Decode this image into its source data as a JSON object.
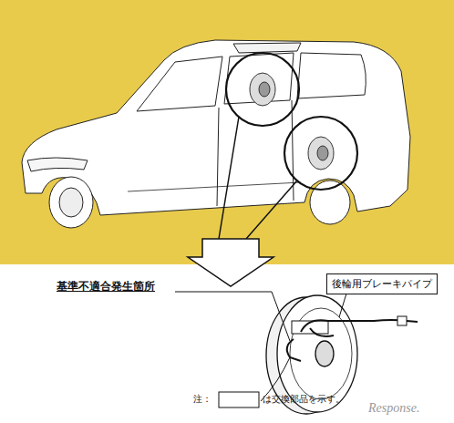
{
  "diagram": {
    "nodes": [
      {
        "text": [
          "後輪用ブレーキパイプ"
        ]
      }
    ],
    "labels": [
      "基準不適合発生箇所",
      "注：",
      "は交換部品を示す。",
      "Response."
    ]
  }
}
